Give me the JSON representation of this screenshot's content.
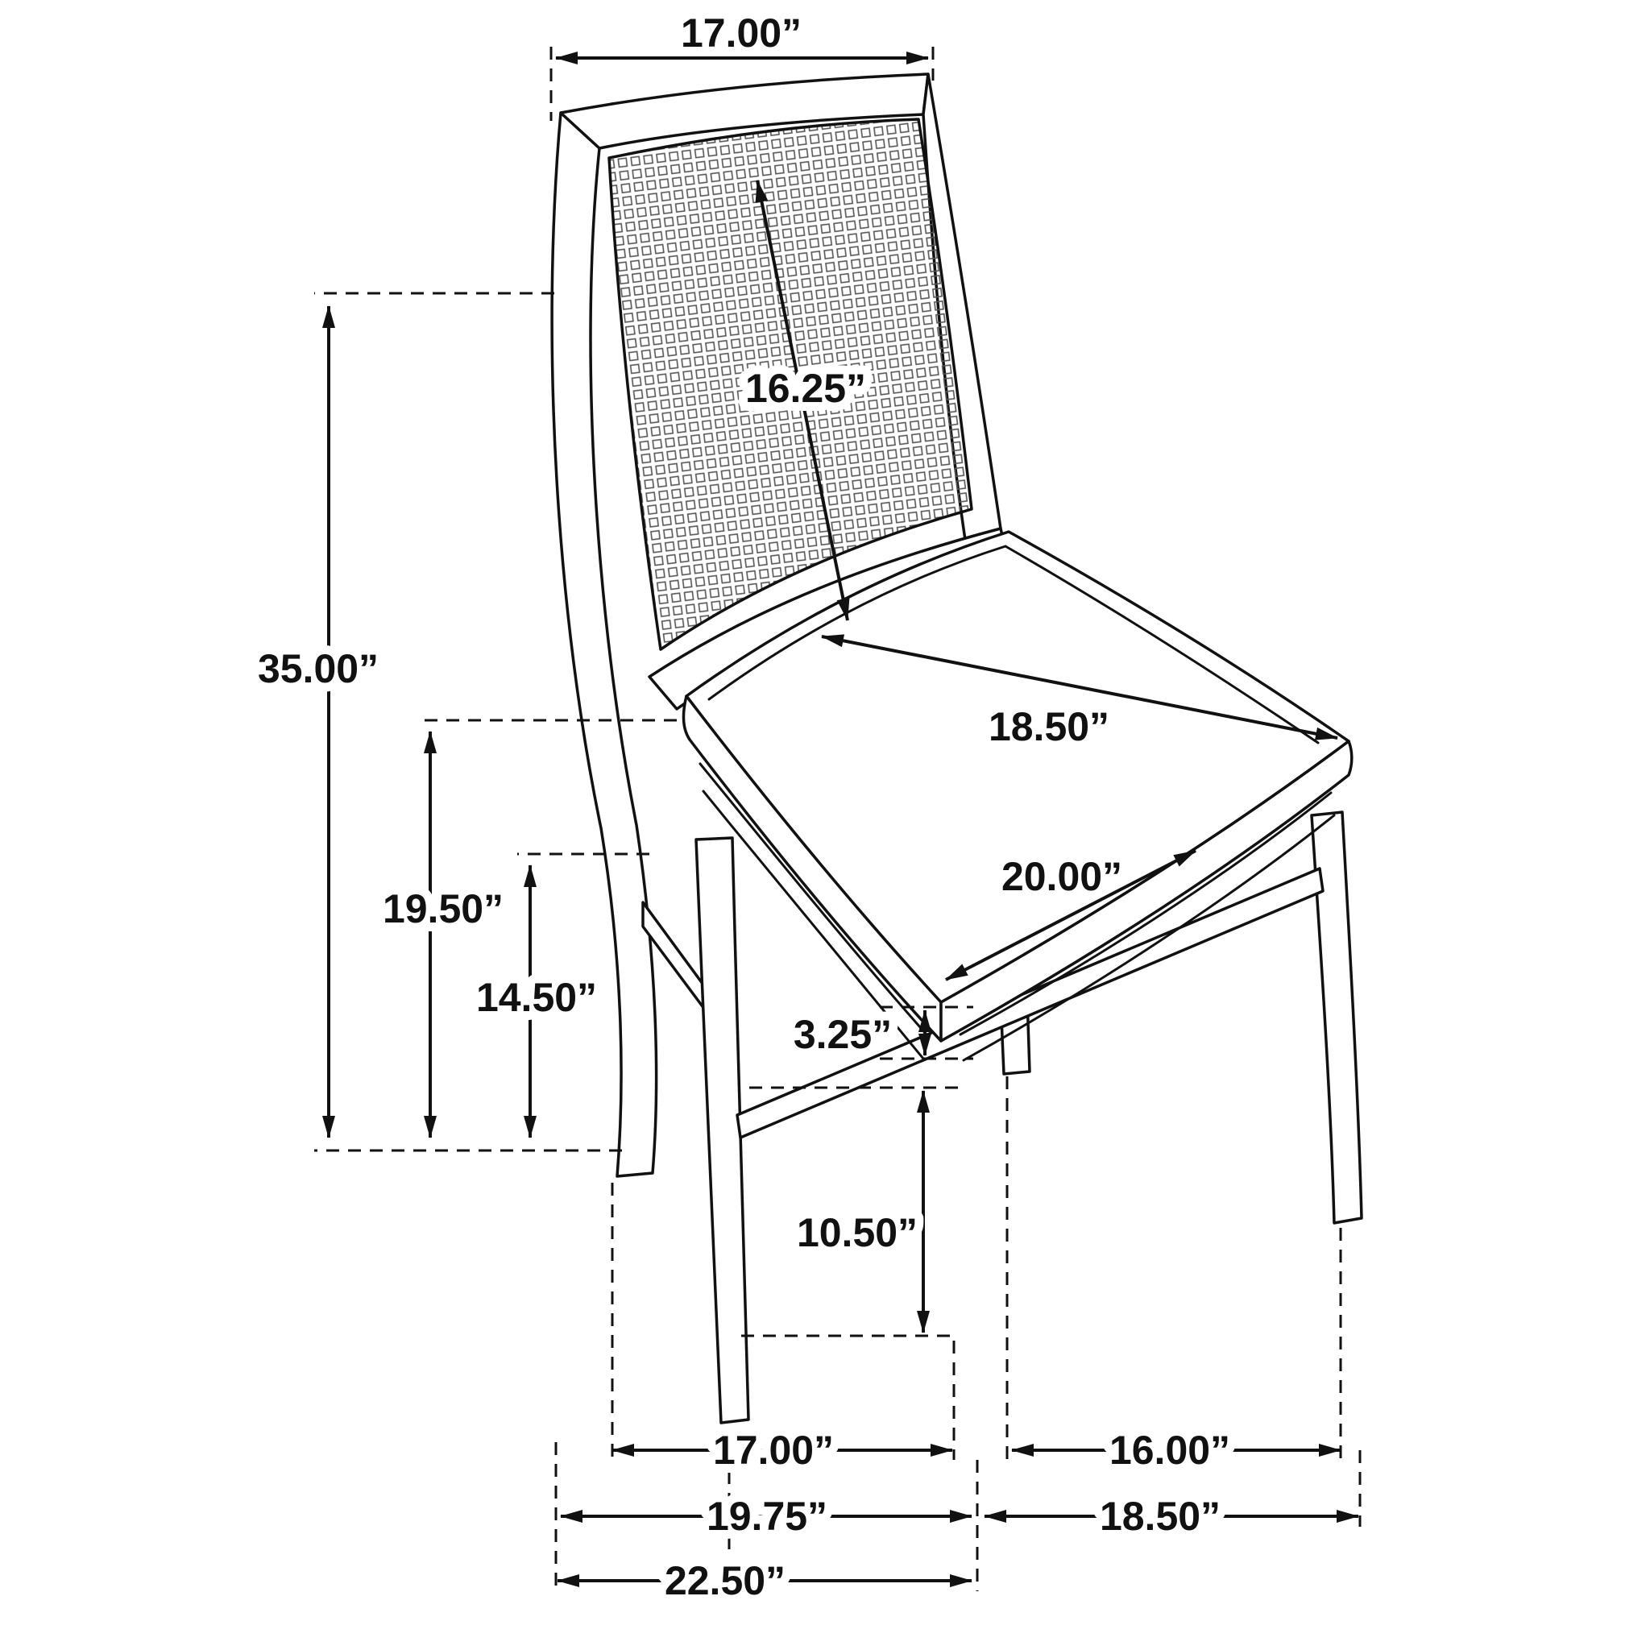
{
  "diagram": {
    "subject": "dining-side-chair-with-cane-back-and-upholstered-seat",
    "style": "black-and-white technical line drawing with dimension arrows",
    "ink_color": "#111111",
    "background_color": "#ffffff",
    "dimensions": {
      "back_top_width": "17.00”",
      "back_panel_height": "16.25”",
      "overall_height": "35.00”",
      "seat_depth": "18.50”",
      "seat_back_height": "19.50”",
      "seat_front_height": "14.50”",
      "seat_width": "20.00”",
      "apron_stretcher_gap": "3.25”",
      "lower_leg_height": "10.50”",
      "leg_span_front": "17.00”",
      "leg_span_side": "16.00”",
      "footprint_width": "19.75”",
      "footprint_depth": "18.50”",
      "overall_depth": "22.50”"
    }
  }
}
